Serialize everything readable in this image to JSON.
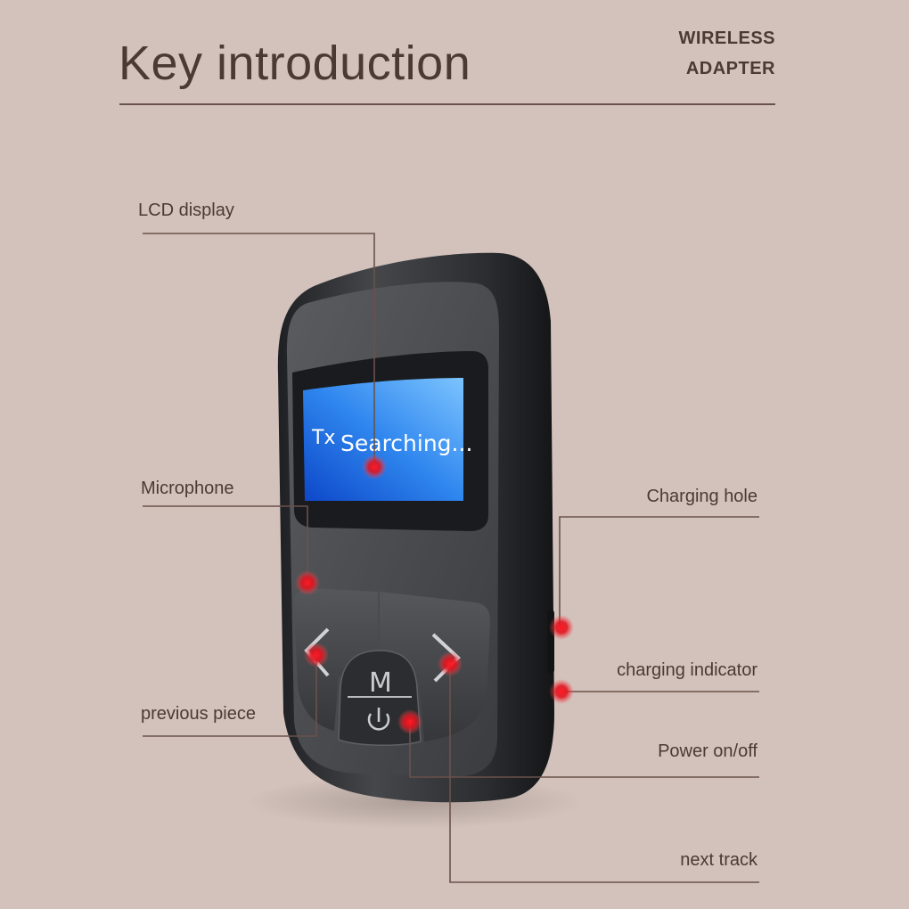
{
  "header": {
    "title": "Key introduction",
    "subtitle_line1": "WIRELESS",
    "subtitle_line2": "ADAPTER"
  },
  "device": {
    "screen_line1": "Tx",
    "screen_line2": "Searching...",
    "button_mode": "M",
    "body_color": "#2f3134",
    "screen_color": "#2a6fd8",
    "marker_color": "#e0101c"
  },
  "callouts": {
    "lcd_display": "LCD display",
    "microphone": "Microphone",
    "previous_piece": "previous piece",
    "charging_hole": "Charging hole",
    "charging_indicator": "charging indicator",
    "power": "Power on/off",
    "next_track": "next track"
  }
}
